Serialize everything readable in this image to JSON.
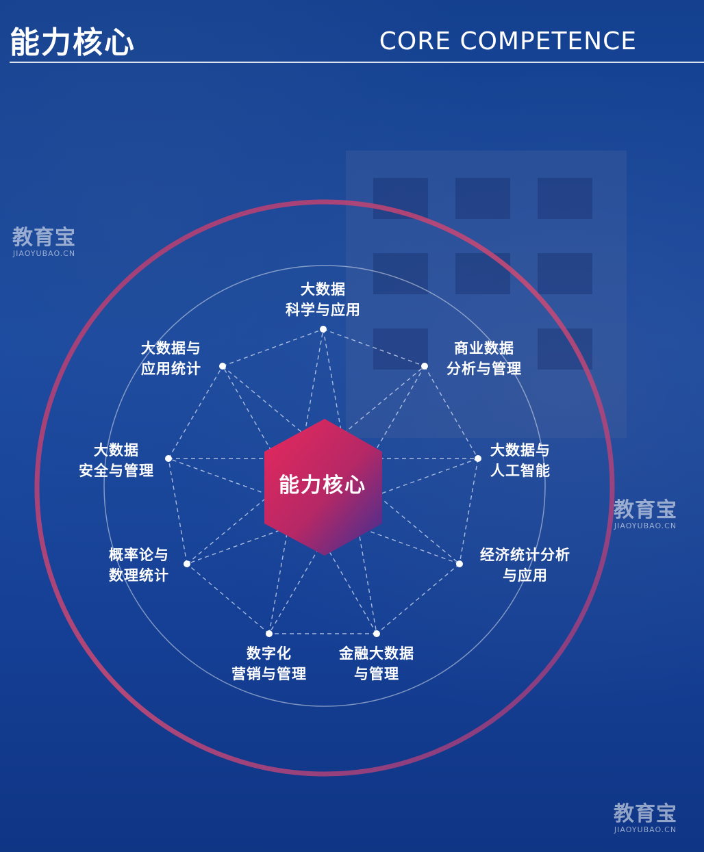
{
  "header": {
    "title_cn": "能力核心",
    "title_en": "CORE COMPETENCE"
  },
  "center": {
    "label": "能力核心"
  },
  "nodes": [
    {
      "line1": "大数据",
      "line2": "科学与应用"
    },
    {
      "line1": "商业数据",
      "line2": "分析与管理"
    },
    {
      "line1": "大数据与",
      "line2": "人工智能"
    },
    {
      "line1": "经济统计分析",
      "line2": "与应用"
    },
    {
      "line1": "金融大数据",
      "line2": "与管理"
    },
    {
      "line1": "数字化",
      "line2": "营销与管理"
    },
    {
      "line1": "概率论与",
      "line2": "数理统计"
    },
    {
      "line1": "大数据",
      "line2": "安全与管理"
    },
    {
      "line1": "大数据与",
      "line2": "应用统计"
    }
  ],
  "watermarks": [
    {
      "cn": "教育宝",
      "en": "JIAOYUBAO.CN"
    },
    {
      "cn": "教育宝",
      "en": "JIAOYUBAO.CN"
    },
    {
      "cn": "教育宝",
      "en": "JIAOYUBAO.CN"
    }
  ],
  "colors": {
    "background": "#123c92",
    "ring_outer": "#c8416e",
    "hexagon_start": "#e02a5e",
    "hexagon_end": "#3a2a8a",
    "dashed_line": "#c9d6f2"
  }
}
